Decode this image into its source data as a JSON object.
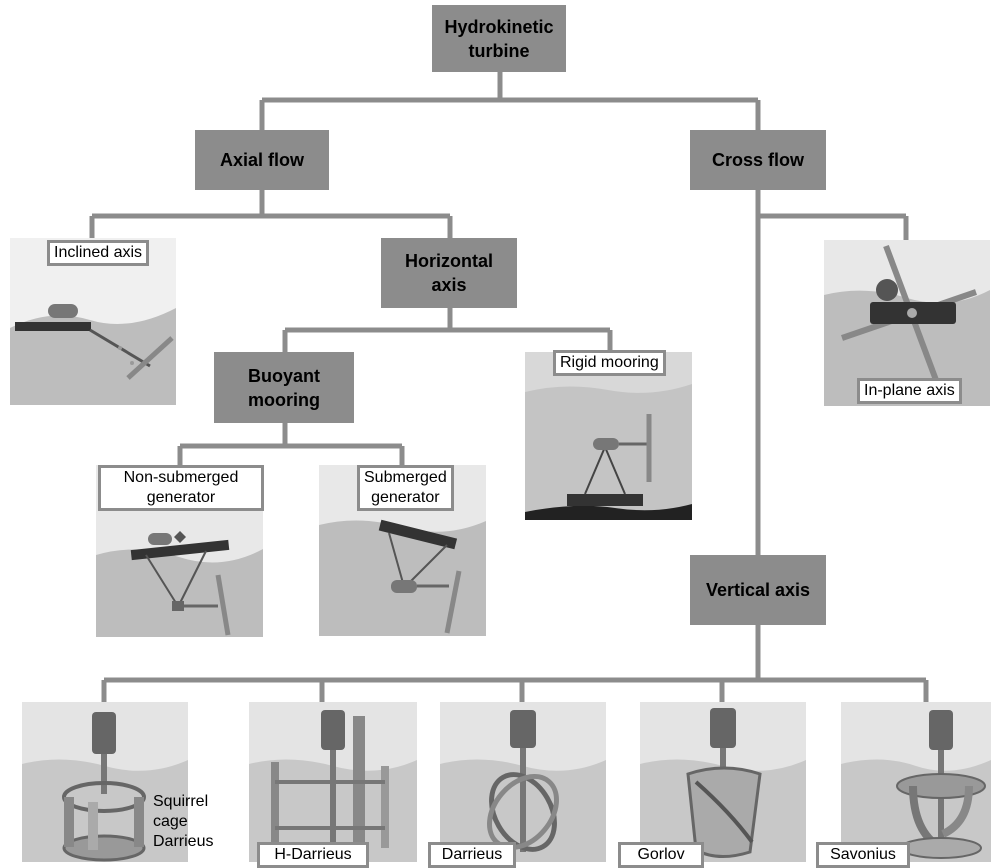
{
  "nodes": {
    "root": "Hydrokinetic\nturbine",
    "axial": "Axial flow",
    "cross": "Cross flow",
    "horizontal": "Horizontal\naxis",
    "buoyant": "Buoyant\nmooring",
    "vertical": "Vertical axis"
  },
  "labels": {
    "inclined": "Inclined axis",
    "rigid": "Rigid mooring",
    "inplane": "In-plane axis",
    "nonsub": "Non-submerged\ngenerator",
    "sub": "Submerged\ngenerator",
    "squirrel": "Squirrel\ncage\nDarrieus",
    "hdarrieus": "H-Darrieus",
    "darrieus": "Darrieus",
    "gorlov": "Gorlov",
    "savonius": "Savonius"
  },
  "colors": {
    "node": "#8c8c8c",
    "connector": "#8c8c8c",
    "border": "#8c8c8c"
  }
}
